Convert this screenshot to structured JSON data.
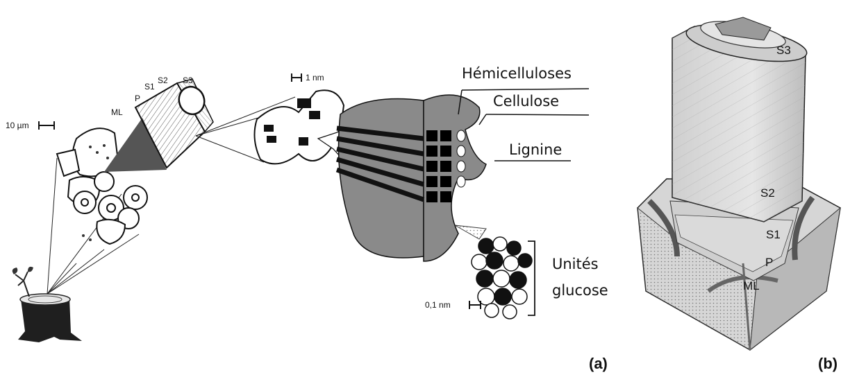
{
  "panel_a": {
    "label": "(a)",
    "scales": {
      "micro": "10 µm",
      "nano": "1 nm",
      "angstrom": "0,1 nm"
    },
    "layers": {
      "ml": "ML",
      "p": "P",
      "s1": "S1",
      "s2": "S2",
      "s3": "S3"
    },
    "components": {
      "hemicellulose": "Hémicelluloses",
      "cellulose": "Cellulose",
      "lignin": "Lignine",
      "glucose_line1": "Unités",
      "glucose_line2": "glucose"
    }
  },
  "panel_b": {
    "label": "(b)",
    "layers": {
      "s3": "S3",
      "s2": "S2",
      "s1": "S1",
      "p": "P",
      "ml": "ML"
    }
  }
}
